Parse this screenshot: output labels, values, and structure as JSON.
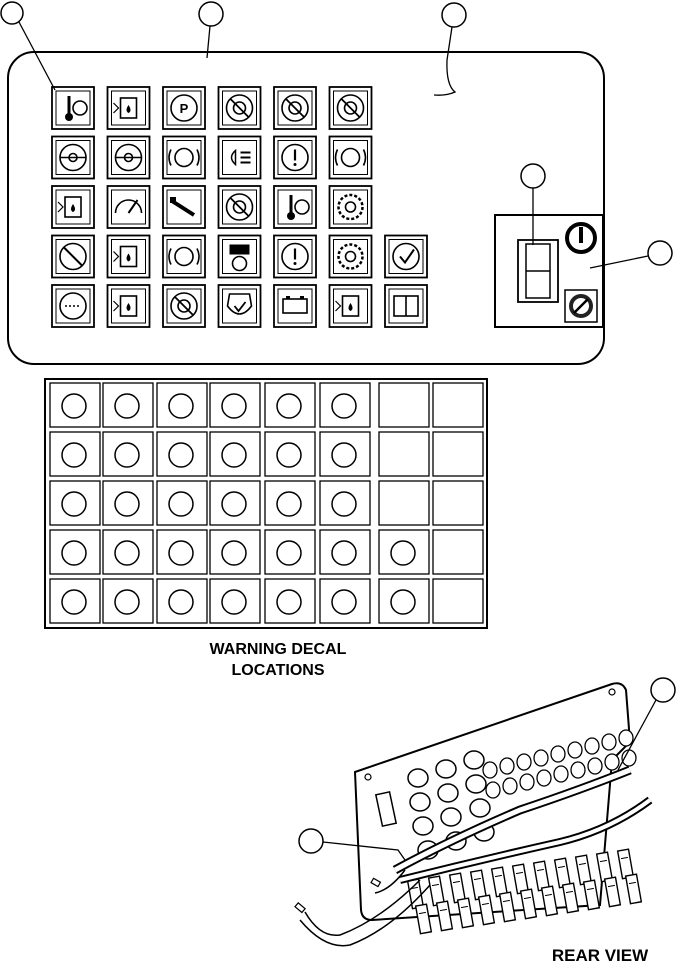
{
  "captions": {
    "warning_line1": "WARNING DECAL",
    "warning_line2": "LOCATIONS",
    "rear_view": "REAR VIEW"
  },
  "instrument_panel": {
    "gauge_rows": [
      [
        "hydraulic-oil-temp",
        "hydraulic-oil-level",
        "parking-brake",
        "no-override",
        "no-override",
        "no-override"
      ],
      [
        "steering",
        "steering-alt",
        "brake",
        "headlight",
        "warning-circle",
        "brake-alt"
      ],
      [
        "hydraulic-filter",
        "speedometer",
        "boom",
        "no-override",
        "temperature",
        "gear"
      ],
      [
        "prohibited",
        "fuel-tank",
        "brake-warning",
        "control-panel",
        "exclamation",
        "gear-alt",
        "check"
      ],
      [
        "float",
        "fuel-valve",
        "fuel-prohibited",
        "engine",
        "battery",
        "transmission",
        "manual"
      ]
    ]
  },
  "switch_panel": {
    "switch_state": "off"
  },
  "decal_locations": {
    "rows": [
      [
        true,
        true,
        true,
        true,
        true,
        true,
        false,
        false
      ],
      [
        true,
        true,
        true,
        true,
        true,
        true,
        false,
        false
      ],
      [
        true,
        true,
        true,
        true,
        true,
        true,
        false,
        false
      ],
      [
        true,
        true,
        true,
        true,
        true,
        true,
        true,
        false
      ],
      [
        true,
        true,
        true,
        true,
        true,
        true,
        true,
        false
      ]
    ]
  },
  "rear_view": {
    "panel_holes": 12,
    "connectors": 22
  }
}
